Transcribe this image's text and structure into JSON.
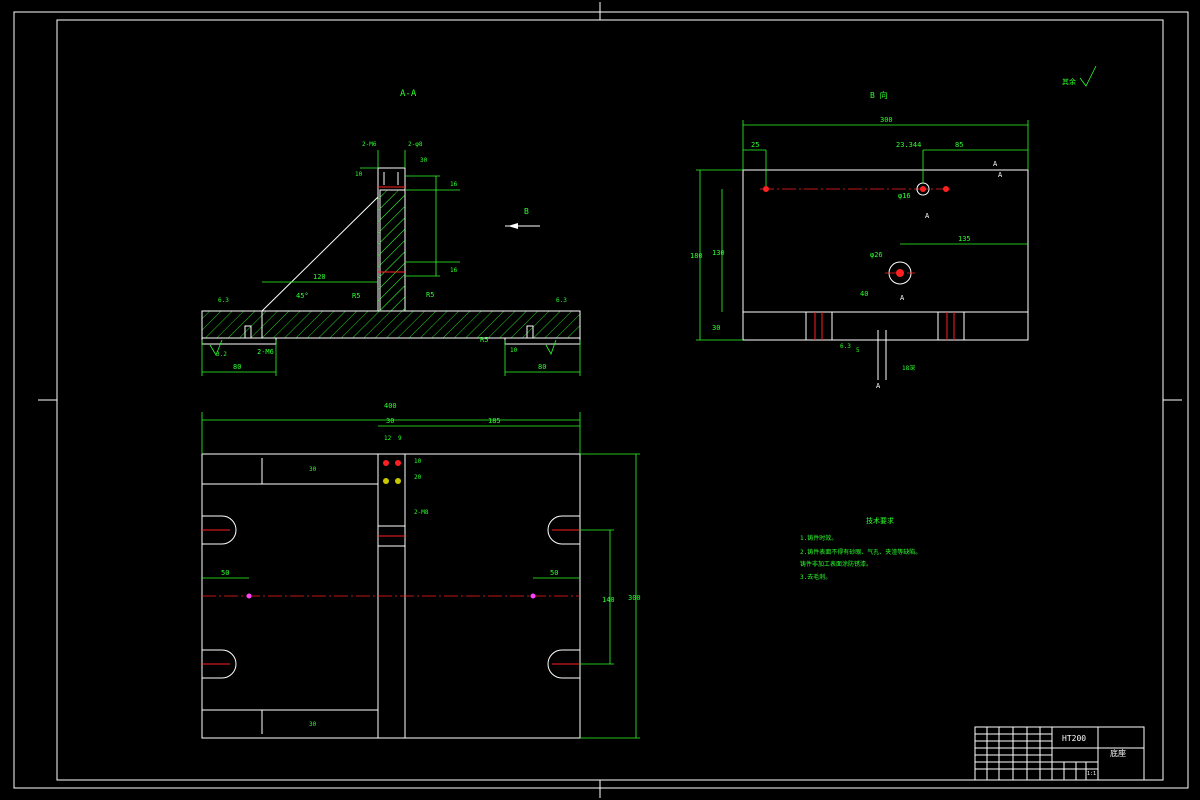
{
  "views": {
    "section_title": "A-A",
    "view_b_title": "B 向",
    "view_b_arrow_label": "B",
    "roughness_note": "其余"
  },
  "section_view": {
    "labels": {
      "top_holes_1": "2-M6",
      "top_holes_2": "2-φ8",
      "dim_120": "120",
      "angle_45": "45°",
      "r5_left": "R5",
      "r5_right": "R5",
      "r5_bottom": "R5",
      "thread_2m6": "2-M6",
      "dim_80_left": "80",
      "dim_80_right": "80",
      "rough_left": "6.3",
      "rough_right": "6.3",
      "rough_32": "3.2",
      "dim_10": "10",
      "dim_30": "30",
      "dim_16a": "16",
      "dim_16b": "16",
      "dim_10b": "10"
    }
  },
  "plan_view": {
    "labels": {
      "dim_400": "400",
      "dim_30": "30",
      "dim_185": "185",
      "dim_12": "12",
      "dim_9": "9",
      "dim_30_left": "30",
      "dim_30_bottom": "30",
      "dim_10": "10",
      "dim_20": "20",
      "holes_2m8": "2-M8",
      "dim_50_left": "50",
      "dim_50_right": "50",
      "dim_140": "140",
      "dim_300": "300"
    }
  },
  "b_view": {
    "labels": {
      "dim_300": "300",
      "dim_25": "25",
      "dim_23344": "23.344",
      "dim_85": "85",
      "dim_135": "135",
      "dim_180": "180",
      "dim_130": "130",
      "dim_30": "30",
      "dim_40": "40",
      "phi16": "φ16",
      "phi26": "φ26",
      "section_a1": "A",
      "section_a2": "A",
      "section_a3": "A",
      "section_a4": "A",
      "section_a5": "A",
      "dim_5": "5",
      "dim_63": "6.3",
      "slot_note": "18深"
    }
  },
  "tech_requirements": {
    "title": "技术要求",
    "items": [
      "1.铸件时效。",
      "2.铸件表面不得有砂眼、气孔、夹渣等缺陷。",
      "铸件非加工表面涂防锈漆。",
      "3.去毛刺。"
    ]
  },
  "title_block": {
    "material": "HT200",
    "part_name": "底座",
    "scale": "1:1"
  }
}
